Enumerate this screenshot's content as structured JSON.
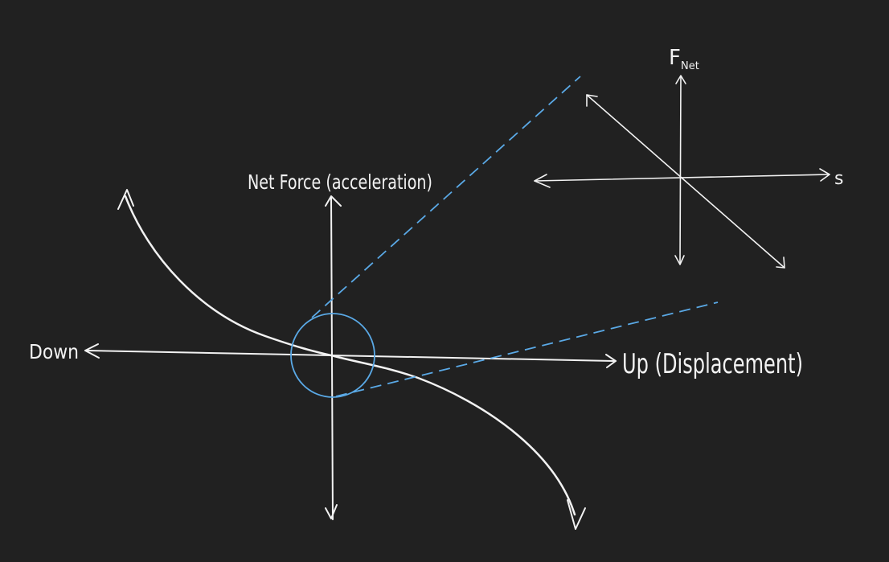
{
  "main_graph": {
    "y_axis_label": "Net Force (acceleration)",
    "x_axis_positive_label": "Up (Displacement)",
    "x_axis_negative_label": "Down"
  },
  "inset_graph": {
    "y_axis_label": "F",
    "y_axis_subscript": "Net",
    "x_axis_label": "s"
  },
  "colors": {
    "background": "#212121",
    "ink": "#f2f2f2",
    "highlight": "#5aa9e6"
  }
}
